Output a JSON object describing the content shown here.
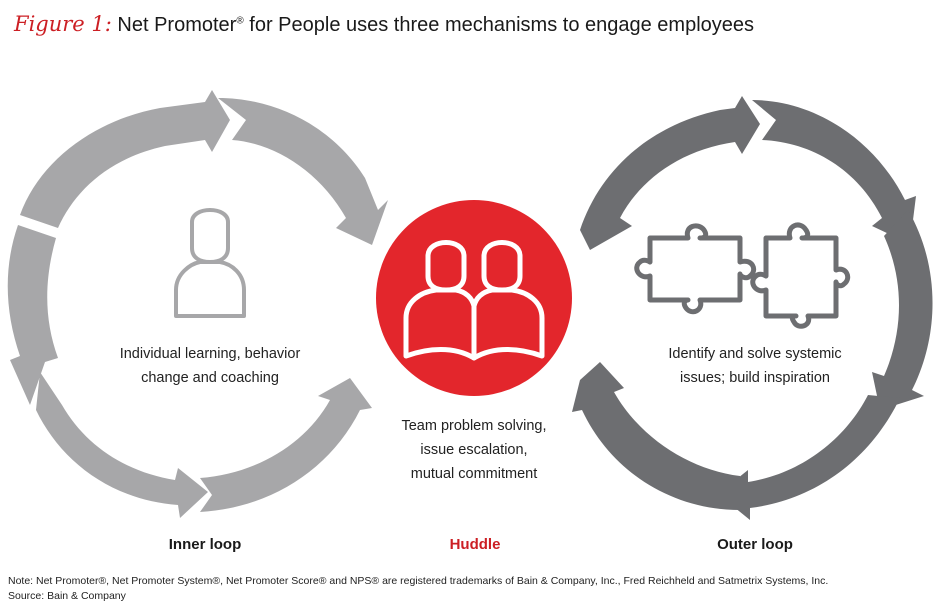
{
  "figure": {
    "label": "Figure 1:",
    "title": "Net Promoter",
    "title_reg": "®",
    "title_rest": " for People uses three mechanisms to engage employees"
  },
  "inner": {
    "text_line1": "Individual learning, behavior",
    "text_line2": "change and coaching",
    "label": "Inner loop",
    "color": "#a7a7a9",
    "icon": "person-icon"
  },
  "huddle": {
    "text_line1": "Team problem solving,",
    "text_line2": "issue escalation,",
    "text_line3": "mutual commitment",
    "label": "Huddle",
    "color": "#e3262c",
    "icon": "two-people-icon"
  },
  "outer": {
    "text_line1": "Identify and solve systemic",
    "text_line2": "issues; build inspiration",
    "label": "Outer loop",
    "color": "#6d6e71",
    "icon": "puzzle-pieces-icon"
  },
  "notes": {
    "line1": "Note: Net Promoter®, Net Promoter System®, Net Promoter Score® and NPS® are registered trademarks of Bain & Company, Inc., Fred Reichheld and Satmetrix Systems, Inc.",
    "line2": "Source: Bain & Company"
  }
}
